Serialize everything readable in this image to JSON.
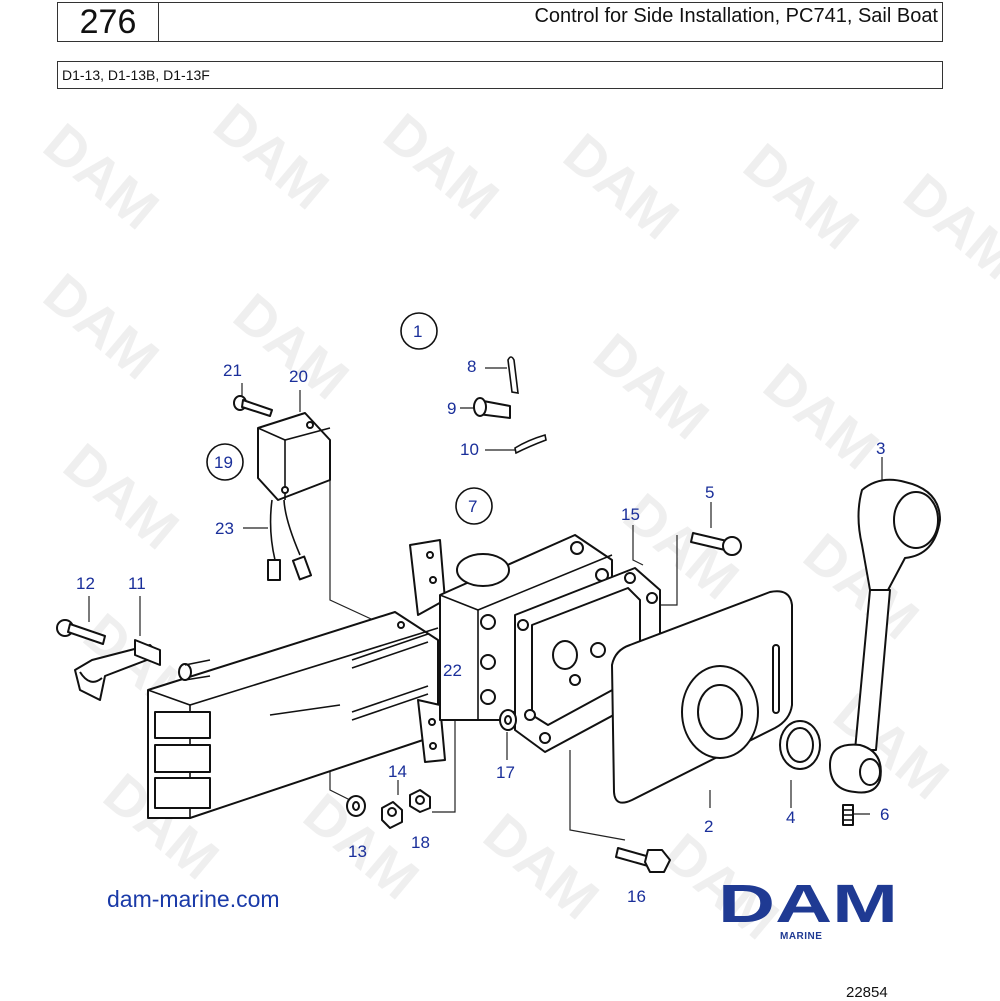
{
  "header": {
    "page_number": "276",
    "title": "Control for Side Installation, PC741, Sail Boat"
  },
  "models": "D1-13, D1-13B, D1-13F",
  "watermark_text": "DAM",
  "footer": {
    "website": "dam-marine.com",
    "logo_text": "DAM",
    "logo_subtext": "MARINE",
    "drawing_ref": "22854"
  },
  "callouts": {
    "c1": "1",
    "c2": "2",
    "c3": "3",
    "c4": "4",
    "c5": "5",
    "c6": "6",
    "c7": "7",
    "c8": "8",
    "c9": "9",
    "c10": "10",
    "c11": "11",
    "c12": "12",
    "c13": "13",
    "c14": "14",
    "c15": "15",
    "c16": "16",
    "c17": "17",
    "c18": "18",
    "c19": "19",
    "c20": "20",
    "c21": "21",
    "c22": "22",
    "c23": "23"
  },
  "colors": {
    "callout_blue": "#1a2f9a",
    "brand_blue": "#1f3a93",
    "watermark": "#efefef"
  }
}
